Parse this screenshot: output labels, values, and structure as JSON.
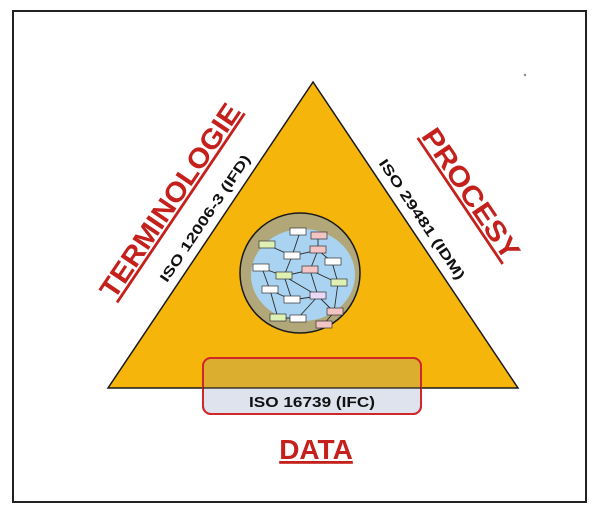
{
  "labels": {
    "left_title": "TERMINOLOGIE",
    "left_standard": "ISO 12006-3 (IFD)",
    "right_title": "PROCESY",
    "right_standard": "ISO 29481 (IDM)",
    "bottom_title": "DATA",
    "bottom_standard": "ISO 16739 (IFC)"
  },
  "colors": {
    "triangle_fill": "#f5b50b",
    "triangle_stroke": "#1a1a1a",
    "title_red": "#c4201c",
    "ifc_box_fill": "#dfe3ee",
    "ifc_box_stroke": "#d02828",
    "circle_outer": "#b2a779",
    "circle_inner": "#a9d3f0"
  }
}
